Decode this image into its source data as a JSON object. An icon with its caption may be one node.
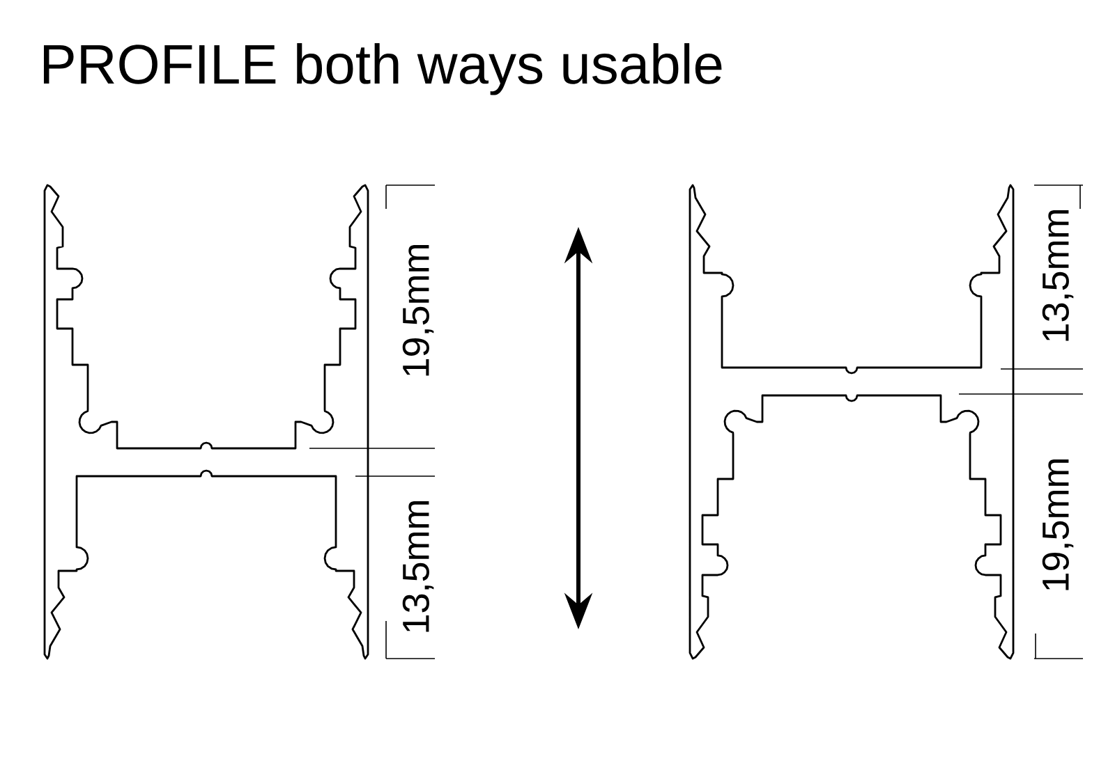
{
  "diagram": {
    "title": "PROFILE both ways usable",
    "labels": [
      "19,5mm",
      "13,5mm",
      "13,5mm",
      "19,5mm"
    ]
  }
}
